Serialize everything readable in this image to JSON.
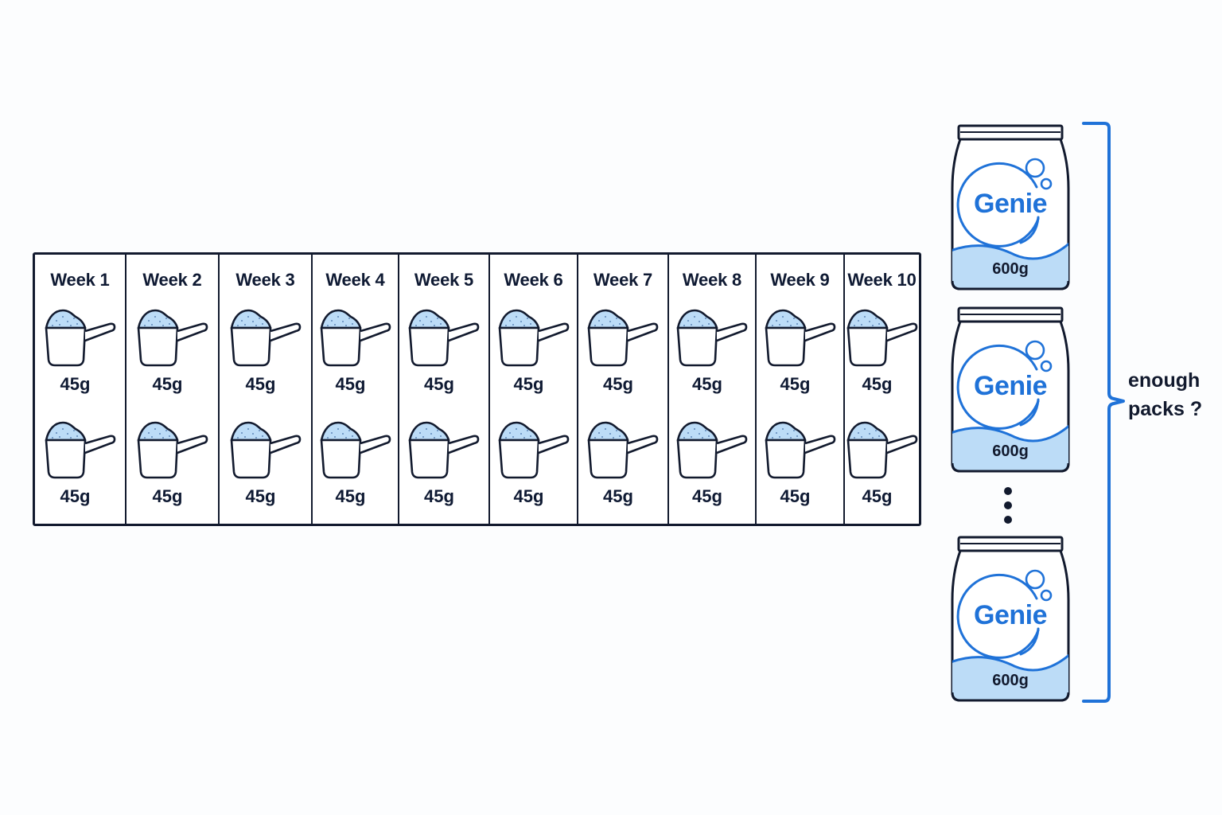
{
  "weeks": [
    {
      "label": "Week 1",
      "doses": [
        "45g",
        "45g"
      ]
    },
    {
      "label": "Week 2",
      "doses": [
        "45g",
        "45g"
      ]
    },
    {
      "label": "Week 3",
      "doses": [
        "45g",
        "45g"
      ]
    },
    {
      "label": "Week 4",
      "doses": [
        "45g",
        "45g"
      ]
    },
    {
      "label": "Week 5",
      "doses": [
        "45g",
        "45g"
      ]
    },
    {
      "label": "Week 6",
      "doses": [
        "45g",
        "45g"
      ]
    },
    {
      "label": "Week 7",
      "doses": [
        "45g",
        "45g"
      ]
    },
    {
      "label": "Week 8",
      "doses": [
        "45g",
        "45g"
      ]
    },
    {
      "label": "Week 9",
      "doses": [
        "45g",
        "45g"
      ]
    },
    {
      "label": "Week 10",
      "doses": [
        "45g",
        "45g"
      ]
    }
  ],
  "packs": [
    {
      "brand": "Genie",
      "weight": "600g"
    },
    {
      "brand": "Genie",
      "weight": "600g"
    },
    {
      "brand": "Genie",
      "weight": "600g"
    }
  ],
  "question": {
    "line1": "enough",
    "line2": "packs ?"
  },
  "icons": {
    "scoop": "measuring-scoop-icon",
    "pack": "detergent-pack-icon",
    "ellipsis": "vertical-ellipsis-icon",
    "bracket": "brace-icon"
  },
  "colors": {
    "accent": "#1f72d8",
    "powder": "#bcdcf7",
    "outline": "#121a2e"
  }
}
